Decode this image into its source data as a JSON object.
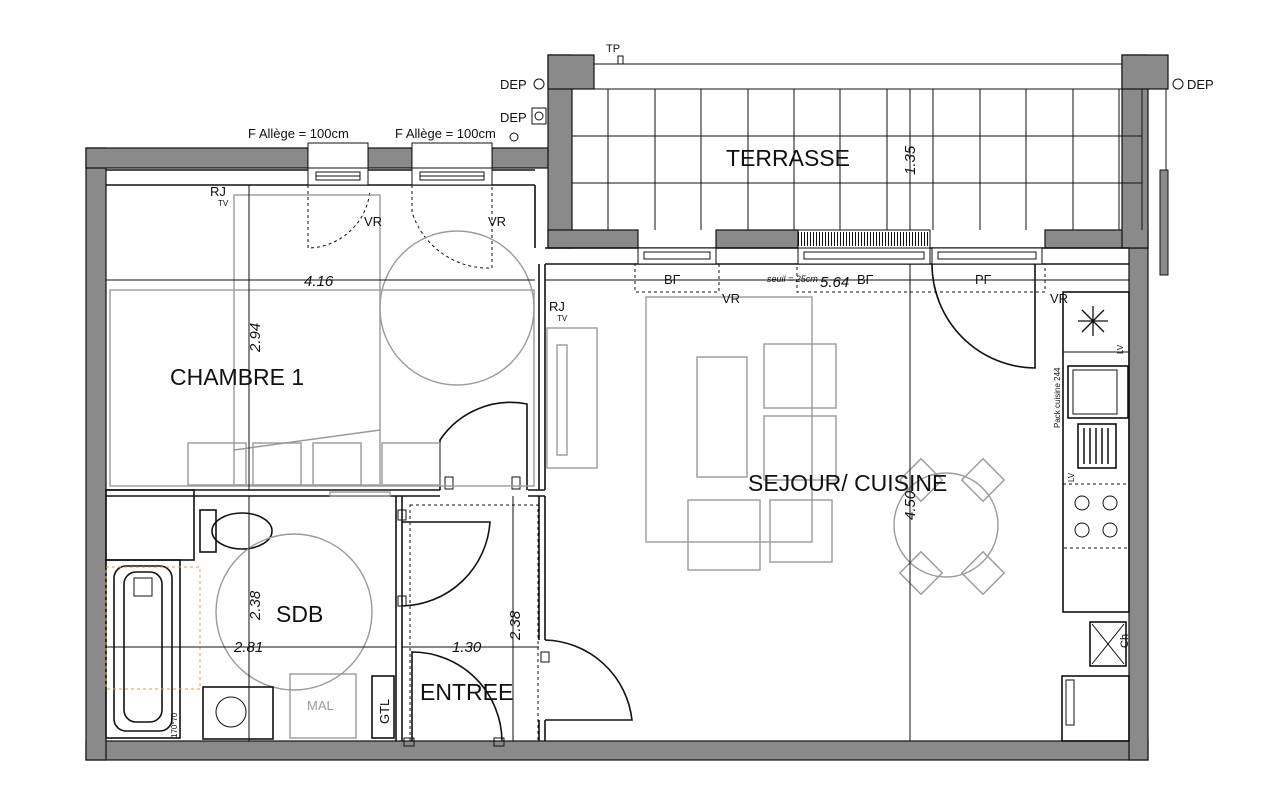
{
  "rooms": {
    "chambre": "CHAMBRE 1",
    "sejour": "SEJOUR/ CUISINE",
    "sdb": "SDB",
    "entree": "ENTREE",
    "terrasse": "TERRASSE"
  },
  "dimensions": {
    "chambre_width": "4.16",
    "chambre_depth": "2.94",
    "terrasse_depth": "1.35",
    "sejour_width": "5.64",
    "sejour_depth": "4.50",
    "sdb_width": "2.81",
    "sdb_depth": "2.38",
    "entree_width": "1.30",
    "entree_depth": "2.38"
  },
  "labels": {
    "window_left": "F  Allège = 100cm",
    "window_right": "F  Allège = 100cm",
    "vr": "VR",
    "rj": "RJ",
    "tv": "TV",
    "bf": "BF",
    "pf": "PF",
    "dep": "DEP",
    "tp": "TP",
    "seuil": "seuil = 25cm",
    "mal": "MAL",
    "gtl": "GTL",
    "lv": "LV",
    "ch": "Ch",
    "pack_cuisine": "Pack cuisine 244",
    "bath_size": "170*70"
  }
}
